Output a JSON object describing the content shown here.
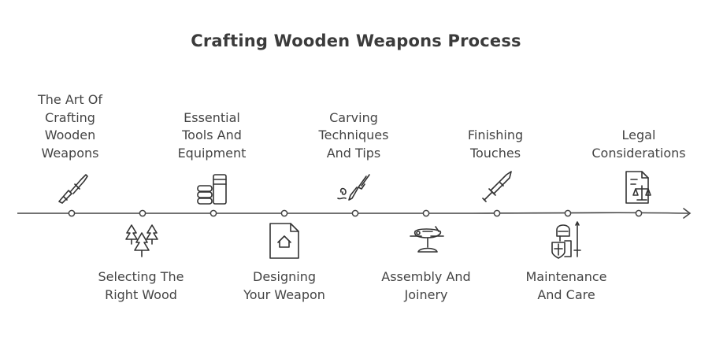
{
  "title": "Crafting Wooden Weapons Process",
  "steps": [
    {
      "label": "The Art Of\nCrafting\nWooden\nWeapons",
      "icon": "chisel-icon"
    },
    {
      "label": "Selecting The\nRight Wood",
      "icon": "trees-icon"
    },
    {
      "label": "Essential\nTools And\nEquipment",
      "icon": "tools-stack-icon"
    },
    {
      "label": "Designing\nYour Weapon",
      "icon": "design-document-icon"
    },
    {
      "label": "Carving\nTechniques\nAnd Tips",
      "icon": "carving-knife-icon"
    },
    {
      "label": "Assembly And\nJoinery",
      "icon": "toy-plane-icon"
    },
    {
      "label": "Finishing\nTouches",
      "icon": "sword-icon"
    },
    {
      "label": "Maintenance\nAnd Care",
      "icon": "knight-icon"
    },
    {
      "label": "Legal\nConsiderations",
      "icon": "legal-document-icon"
    }
  ]
}
